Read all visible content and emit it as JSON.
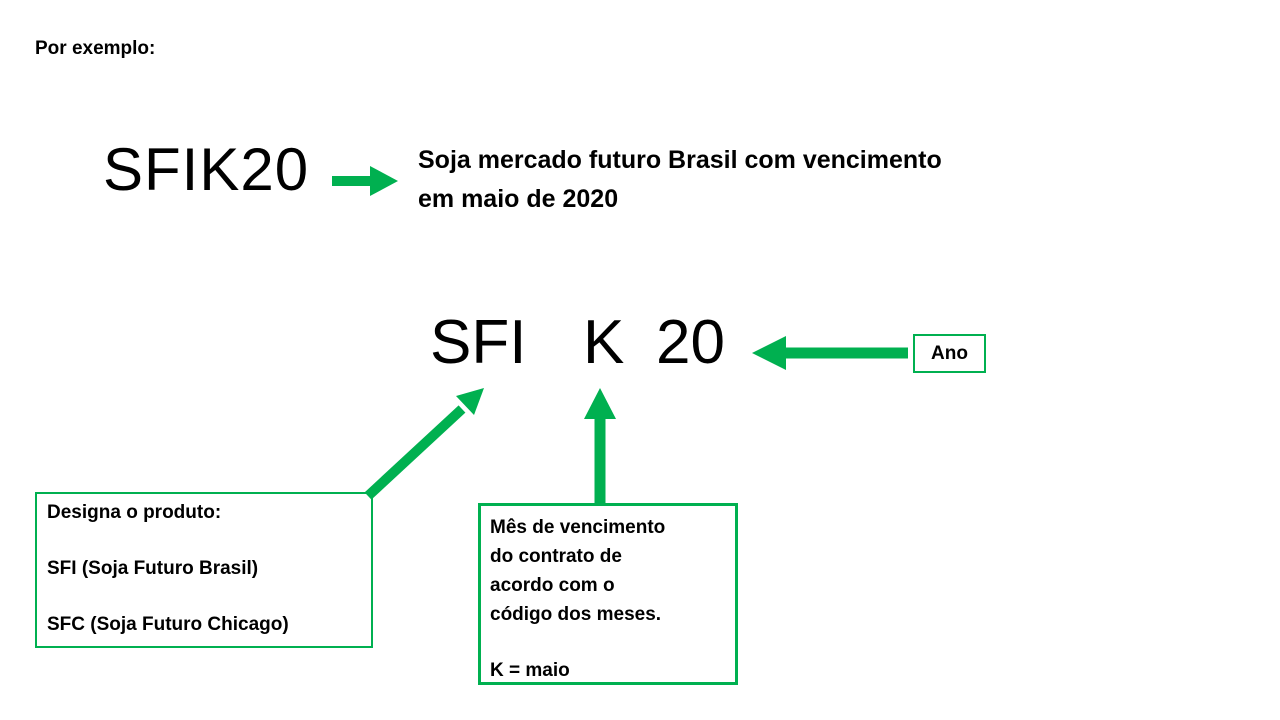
{
  "colors": {
    "accent": "#00B050",
    "text": "#000000",
    "background": "#FFFFFF"
  },
  "header": {
    "intro": "Por exemplo:"
  },
  "example": {
    "ticker": "SFIK20",
    "description_line1": "Soja mercado futuro Brasil com vencimento",
    "description_line2": "em maio de 2020"
  },
  "breakdown": {
    "product_code": "SFI",
    "month_code": "K",
    "year_code": "20",
    "year_label": "Ano",
    "product_box": {
      "title": "Designa o produto:",
      "option1": "SFI (Soja Futuro Brasil)",
      "option2": "SFC (Soja Futuro Chicago)"
    },
    "month_box": {
      "lines": [
        "Mês de vencimento",
        "do contrato de",
        "acordo com o",
        "código dos meses."
      ],
      "footer": "K = maio"
    }
  }
}
